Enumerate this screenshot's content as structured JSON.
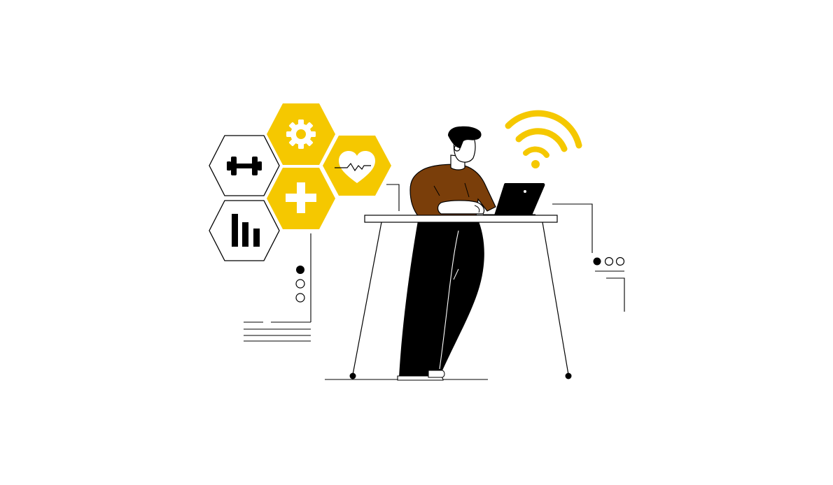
{
  "illustration": {
    "colors": {
      "background": "#ffffff",
      "accent_yellow": "#f5c800",
      "ink": "#000000",
      "sweater_brown": "#7a3e0a",
      "skin": "#ffffff"
    },
    "hexagon_icons": [
      "dumbbell-icon",
      "gear-icon",
      "heart-pulse-icon",
      "plus-icon",
      "bar-chart-icon"
    ],
    "status_icons": [
      "wifi-icon"
    ],
    "pagination_vertical": {
      "count": 3,
      "active_index": 0
    },
    "pagination_horizontal": {
      "count": 3,
      "active_index": 0
    }
  }
}
